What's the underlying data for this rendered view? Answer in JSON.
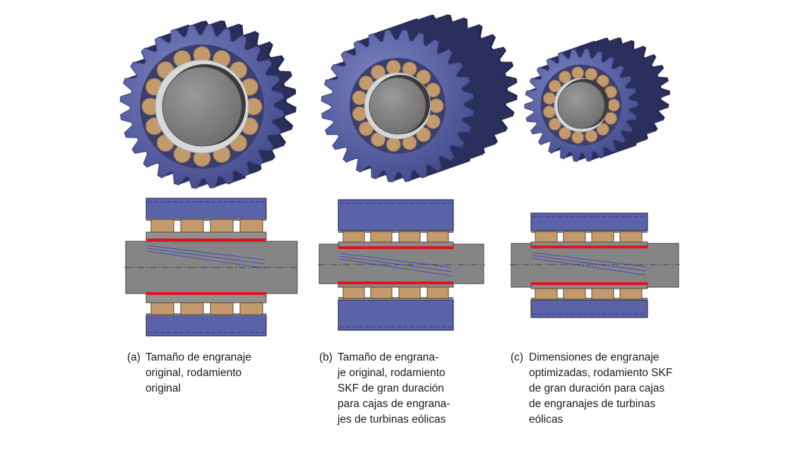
{
  "panels": [
    {
      "label": "(a)",
      "caption": "Tamaño de engranaje\noriginal, rodamiento\noriginal"
    },
    {
      "label": "(b)",
      "caption": "Tamaño de engrana-\nje original, rodamiento\nSKF de gran duración\npara cajas de engrana-\njes de turbinas eólicas"
    },
    {
      "label": "(c)",
      "caption": "Dimensiones de engranaje\noptimizadas, rodamiento SKF\nde gran duración para cajas\nde engranajes de turbinas\neólicas"
    }
  ],
  "colors": {
    "gear": "#5a63a8",
    "gear_dark": "#23264a",
    "roller": "#c39a6b",
    "shaft": "#858585",
    "raceway": "#d8d8d8",
    "contact_line": "#e0141b"
  }
}
